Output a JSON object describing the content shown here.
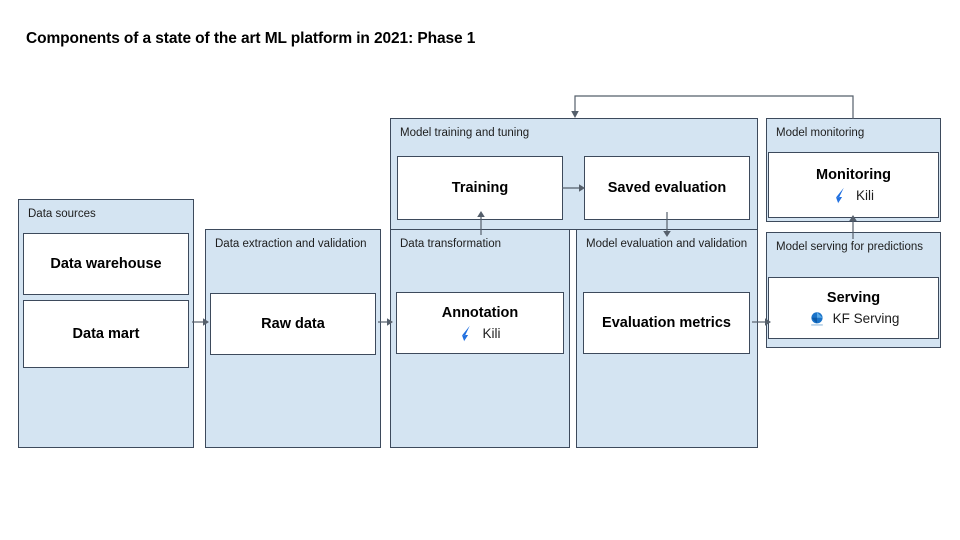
{
  "title": "Components of a state of the art ML platform in 2021: Phase 1",
  "colors": {
    "group_fill": "#d4e4f2",
    "border": "#3d4a5c",
    "node_fill": "#ffffff",
    "text": "#000000",
    "kili_logo": "#1f6fe0",
    "kubeflow_logo": "#1a73c9",
    "connector": "#555f6b"
  },
  "groups": [
    {
      "id": "data-sources",
      "label": "Data sources",
      "nodes": [
        {
          "id": "data-warehouse",
          "title": "Data warehouse",
          "vendor": null,
          "logo": null
        },
        {
          "id": "data-mart",
          "title": "Data mart",
          "vendor": null,
          "logo": null
        }
      ]
    },
    {
      "id": "data-extraction-and-validation",
      "label": "Data extraction and validation",
      "nodes": [
        {
          "id": "raw-data",
          "title": "Raw data",
          "vendor": null,
          "logo": null
        }
      ]
    },
    {
      "id": "data-transformation",
      "label": "Data transformation",
      "nodes": [
        {
          "id": "annotation",
          "title": "Annotation",
          "vendor": "Kili",
          "logo": "kili-logo"
        }
      ]
    },
    {
      "id": "model-evaluation-and-validation",
      "label": "Model evaluation and validation",
      "nodes": [
        {
          "id": "evaluation-metrics",
          "title": "Evaluation metrics",
          "vendor": null,
          "logo": null
        }
      ]
    },
    {
      "id": "model-serving-for-predictions",
      "label": "Model serving for predictions",
      "nodes": [
        {
          "id": "serving",
          "title": "Serving",
          "vendor": "KF Serving",
          "logo": "kubeflow-logo"
        }
      ]
    },
    {
      "id": "model-training-and-tuning",
      "label": "Model training and tuning",
      "nodes": [
        {
          "id": "training",
          "title": "Training",
          "vendor": null,
          "logo": null
        },
        {
          "id": "saved-evaluation",
          "title": "Saved evaluation",
          "vendor": null,
          "logo": null
        }
      ]
    },
    {
      "id": "model-monitoring",
      "label": "Model monitoring",
      "nodes": [
        {
          "id": "monitoring",
          "title": "Monitoring",
          "vendor": "Kili",
          "logo": "kili-logo"
        }
      ]
    }
  ],
  "connections": [
    {
      "id": "data-sources-to-data-extraction",
      "from": "data-sources",
      "to": "data-extraction-and-validation",
      "direction": "right"
    },
    {
      "id": "data-extraction-to-data-transformation",
      "from": "data-extraction-and-validation",
      "to": "data-transformation",
      "direction": "right"
    },
    {
      "id": "data-transformation-to-model-training",
      "from": "data-transformation",
      "to": "model-training-and-tuning",
      "direction": "up"
    },
    {
      "id": "saved-evaluation-to-model-evaluation",
      "from": "saved-evaluation",
      "to": "model-evaluation-and-validation",
      "direction": "down"
    },
    {
      "id": "training-to-saved-evaluation",
      "from": "training",
      "to": "saved-evaluation",
      "direction": "right"
    },
    {
      "id": "model-evaluation-to-model-serving",
      "from": "model-evaluation-and-validation",
      "to": "model-serving-for-predictions",
      "direction": "right"
    },
    {
      "id": "model-serving-to-model-monitoring",
      "from": "model-serving-for-predictions",
      "to": "model-monitoring",
      "direction": "up"
    },
    {
      "id": "model-monitoring-feedback-to-model-training",
      "from": "model-monitoring",
      "to": "model-training-and-tuning",
      "direction": "feedback-loop"
    }
  ]
}
